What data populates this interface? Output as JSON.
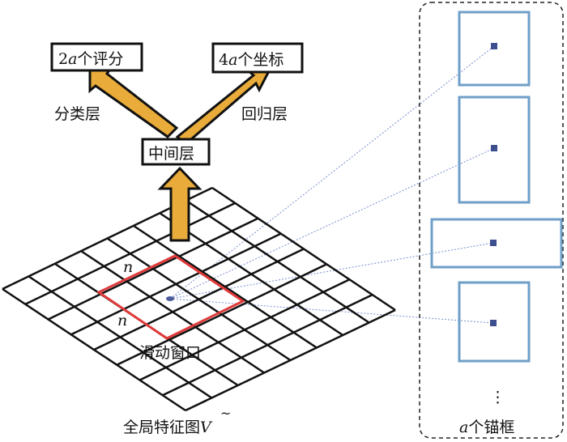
{
  "output_boxes": {
    "scores": {
      "prefix": "2",
      "var": "a",
      "suffix": "个评分"
    },
    "coords": {
      "prefix": "4",
      "var": "a",
      "suffix": "个坐标"
    }
  },
  "branch_labels": {
    "cls": "分类层",
    "reg": "回归层"
  },
  "middle_layer": "中间层",
  "window": {
    "label": "滑动窗口",
    "side_label": "n"
  },
  "feature_map": {
    "label": "全局特征图",
    "symbol": "V",
    "accent": "~"
  },
  "anchors": {
    "var": "a",
    "label": "个锚框",
    "ellipsis": "⋮"
  },
  "colors": {
    "arrow": "#e9ab3a",
    "window": "#e03a3a",
    "anchor": "#6f9fc8",
    "dot": "#3d4f8f",
    "link": "#7a8fd0"
  }
}
